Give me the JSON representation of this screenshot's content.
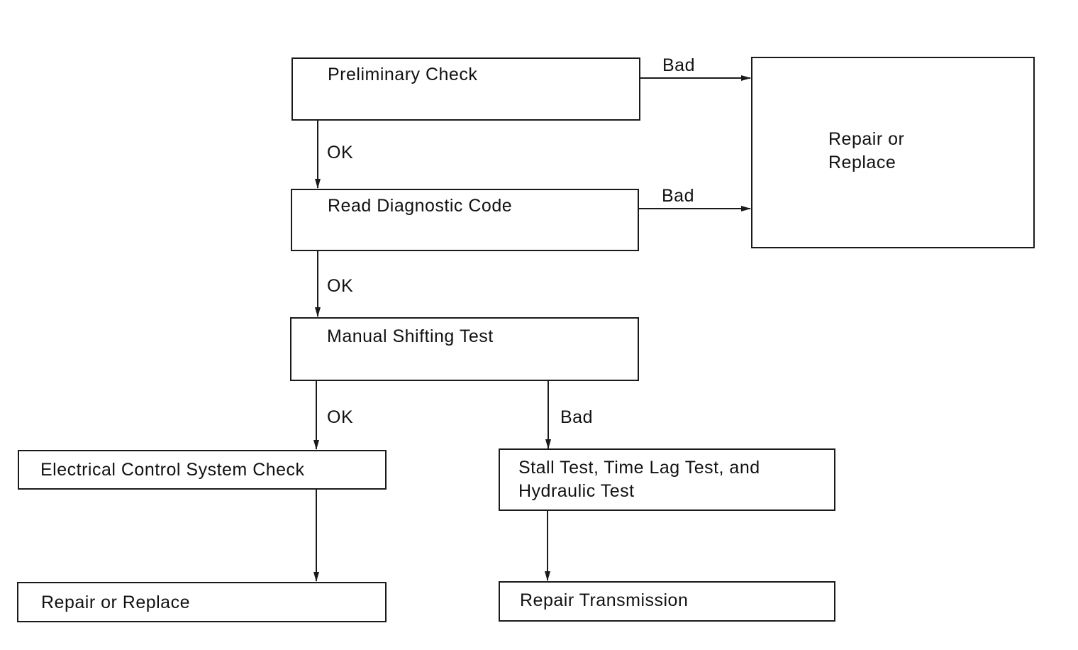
{
  "diagram": {
    "nodes": {
      "preliminary_check": "Preliminary Check",
      "read_diagnostic_code": "Read Diagnostic Code",
      "manual_shifting_test": "Manual Shifting Test",
      "repair_or_replace_right": "Repair or\nReplace",
      "electrical_control_system_check": "Electrical Control System Check",
      "stall_test": "Stall Test, Time Lag Test, and\nHydraulic Test",
      "repair_or_replace_bottom": "Repair or Replace",
      "repair_transmission": "Repair Transmission"
    },
    "edges": [
      {
        "from": "preliminary_check",
        "to": "repair_or_replace_right",
        "label": "Bad"
      },
      {
        "from": "preliminary_check",
        "to": "read_diagnostic_code",
        "label": "OK"
      },
      {
        "from": "read_diagnostic_code",
        "to": "repair_or_replace_right",
        "label": "Bad"
      },
      {
        "from": "read_diagnostic_code",
        "to": "manual_shifting_test",
        "label": "OK"
      },
      {
        "from": "manual_shifting_test",
        "to": "electrical_control_system_check",
        "label": "OK"
      },
      {
        "from": "manual_shifting_test",
        "to": "stall_test",
        "label": "Bad"
      },
      {
        "from": "electrical_control_system_check",
        "to": "repair_or_replace_bottom",
        "label": ""
      },
      {
        "from": "stall_test",
        "to": "repair_transmission",
        "label": ""
      }
    ]
  },
  "colors": {
    "line": "#1a1a1a",
    "text": "#111111",
    "background": "#ffffff"
  }
}
